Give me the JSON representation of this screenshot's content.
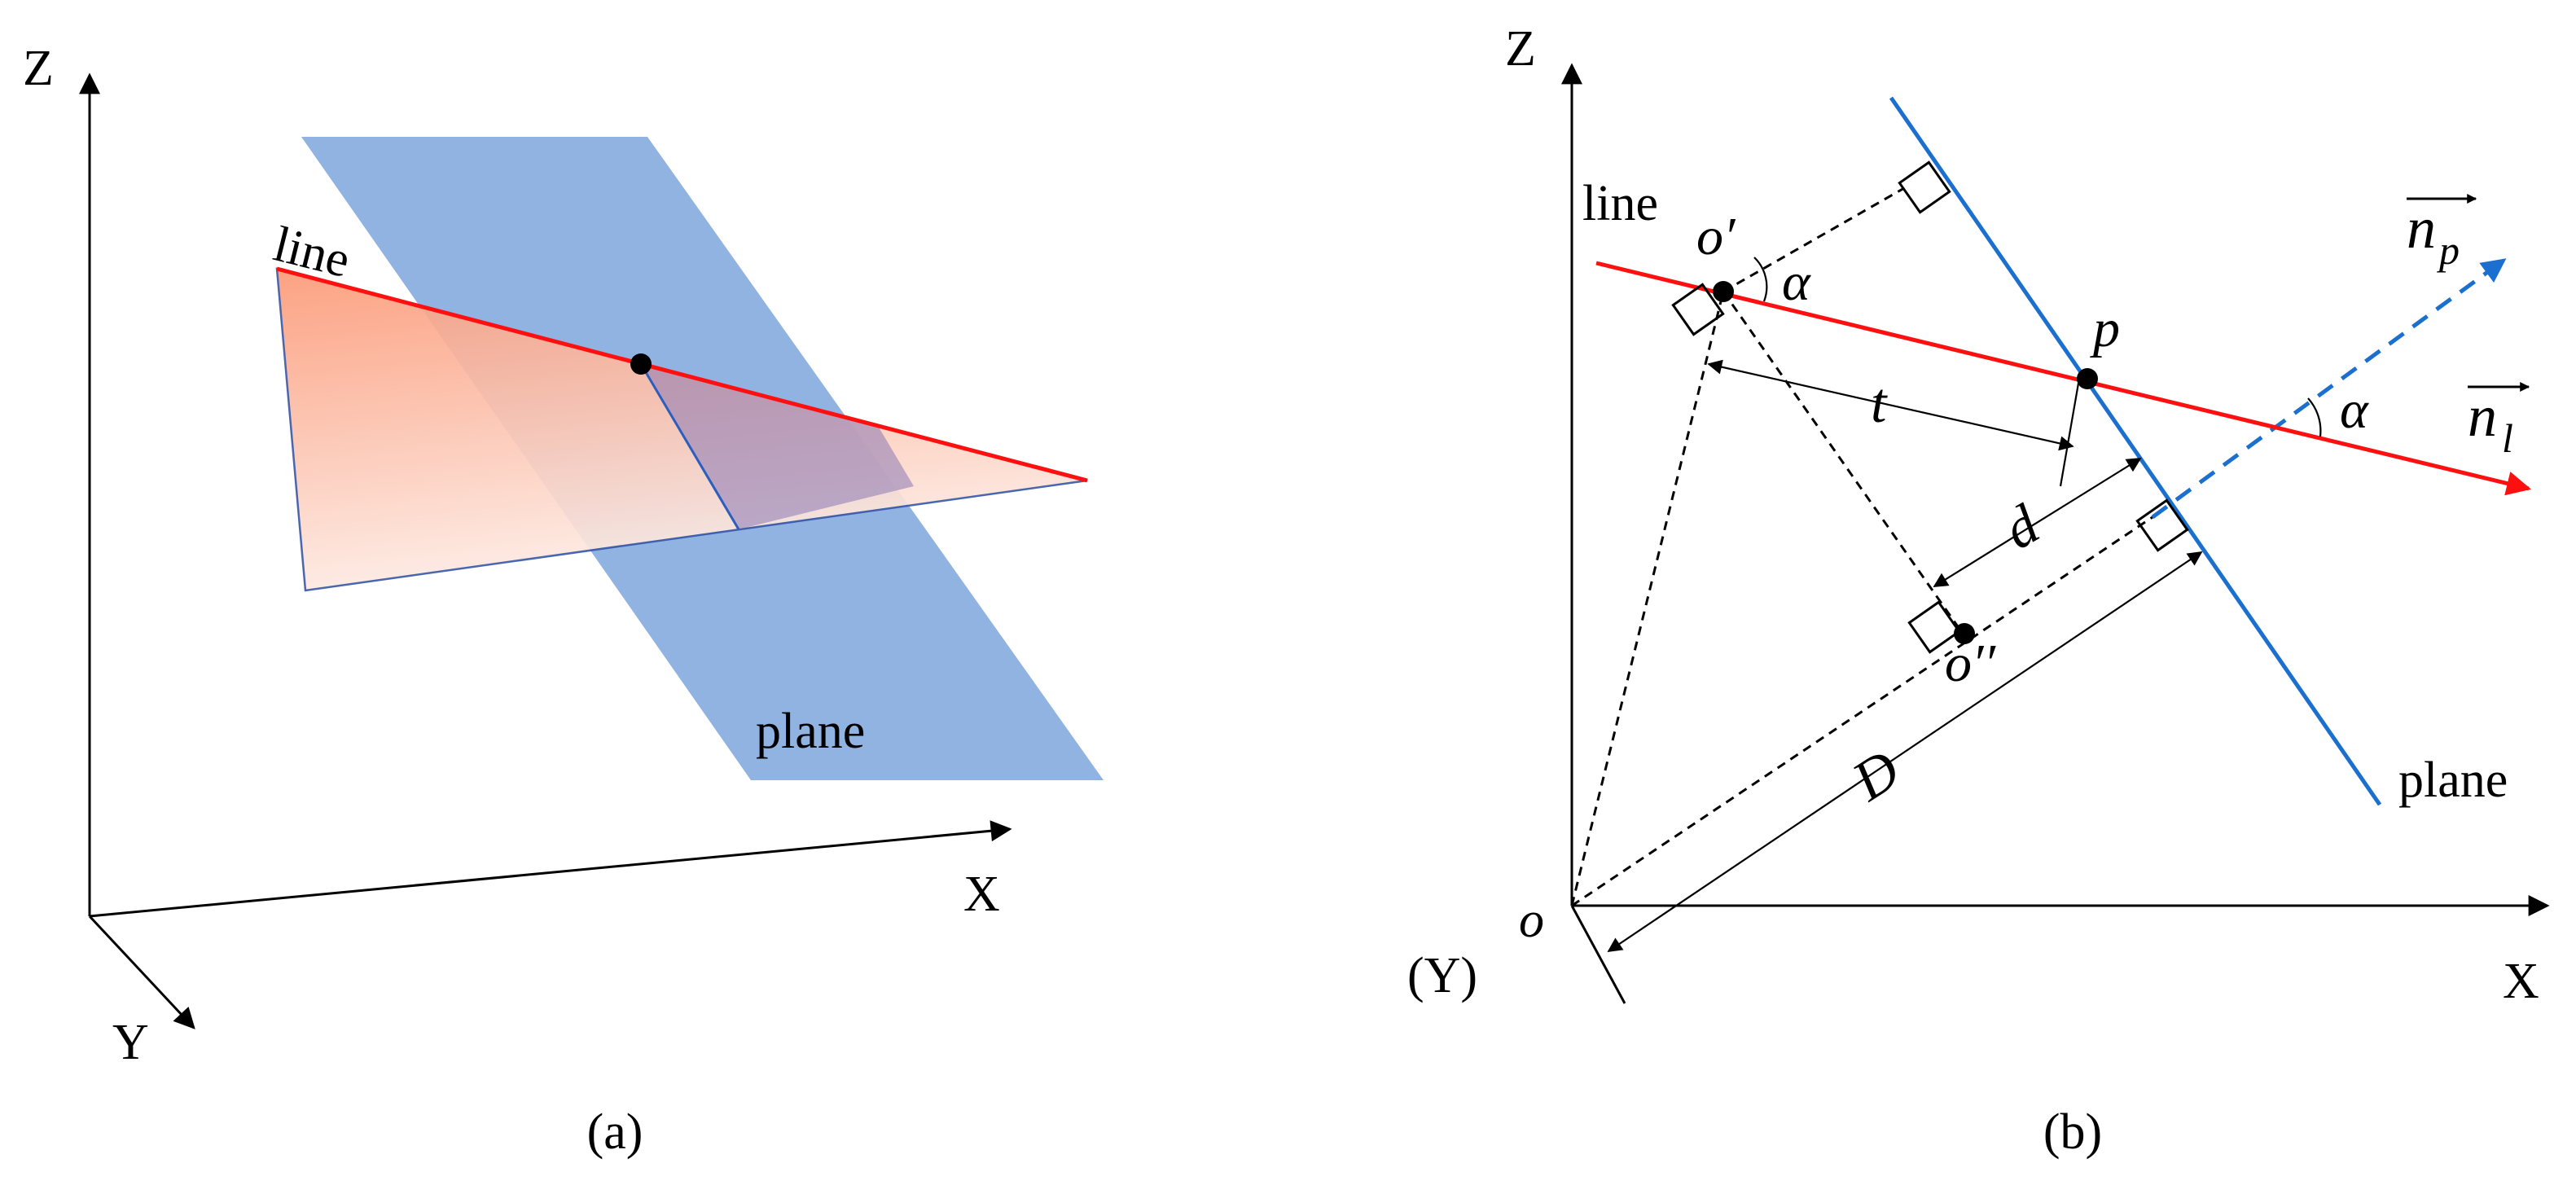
{
  "panel_a": {
    "caption": "(a)",
    "axes": {
      "z": "Z",
      "x": "X",
      "y": "Y"
    },
    "labels": {
      "line": "line",
      "plane": "plane"
    },
    "colors": {
      "plane": "#7fa6dc",
      "triangle_top": "#fc9a78",
      "triangle_bottom": "#fde8e0",
      "line": "#ff1010",
      "intersection": "#2a5fbf"
    }
  },
  "panel_b": {
    "caption": "(b)",
    "axes": {
      "z": "Z",
      "x": "X",
      "y": "(Y)",
      "origin": "o"
    },
    "labels": {
      "line": "line",
      "plane": "plane"
    },
    "points": {
      "o_prime": "o′",
      "o_double_prime": "o′′",
      "p": "p"
    },
    "quantities": {
      "t": "t",
      "d": "d",
      "D": "D",
      "alpha_1": "α",
      "alpha_2": "α"
    },
    "vectors": {
      "n_p": {
        "base": "n",
        "sub": "p"
      },
      "n_l": {
        "base": "n",
        "sub": "l"
      }
    },
    "colors": {
      "line": "#ff1010",
      "plane": "#1a6fcf"
    }
  }
}
